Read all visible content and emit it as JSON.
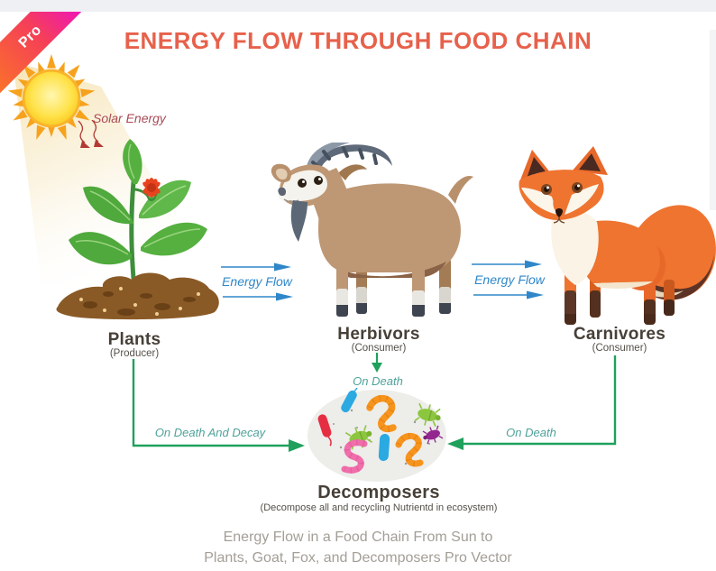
{
  "colors": {
    "page_bg": "#FFFFFF",
    "topbar_bg": "#EEF0F3",
    "title": "#E7614B",
    "ribbon_start": "#FB7A22",
    "ribbon_mid": "#F53F58",
    "ribbon_end": "#ED06DC",
    "flow_blue": "#2F87C9",
    "arrow_green": "#1FA15C",
    "flow_teal": "#4EA29A",
    "solar_maroon": "#A84B58",
    "node_label": "#474038",
    "caption_gray": "#A49E97"
  },
  "badge": {
    "label": "Pro"
  },
  "header": {
    "title": "ENERGY FLOW THROUGH FOOD CHAIN"
  },
  "diagram": {
    "solar": {
      "label": "Solar Energy"
    },
    "nodes": {
      "plants": {
        "label": "Plants",
        "role": "(Producer)"
      },
      "herbivores": {
        "label": "Herbivors",
        "role": "(Consumer)"
      },
      "carnivores": {
        "label": "Carnivores",
        "role": "(Consumer)"
      },
      "decomposers": {
        "label": "Decomposers",
        "role": "(Decompose all and recycling Nutrientd in ecosystem)"
      }
    },
    "flows": {
      "plants_to_herbivores": {
        "label": "Energy Flow"
      },
      "herbivores_to_carnivores": {
        "label": "Energy Flow"
      },
      "herbivores_to_decomposers": {
        "label": "On Death"
      },
      "plants_to_decomposers": {
        "label": "On Death And Decay"
      },
      "carnivores_to_decomposers": {
        "label": "On Death"
      }
    }
  },
  "caption": {
    "line1": "Energy Flow in a Food Chain From Sun to",
    "line2": "Plants, Goat, Fox, and Decomposers Pro Vector"
  }
}
